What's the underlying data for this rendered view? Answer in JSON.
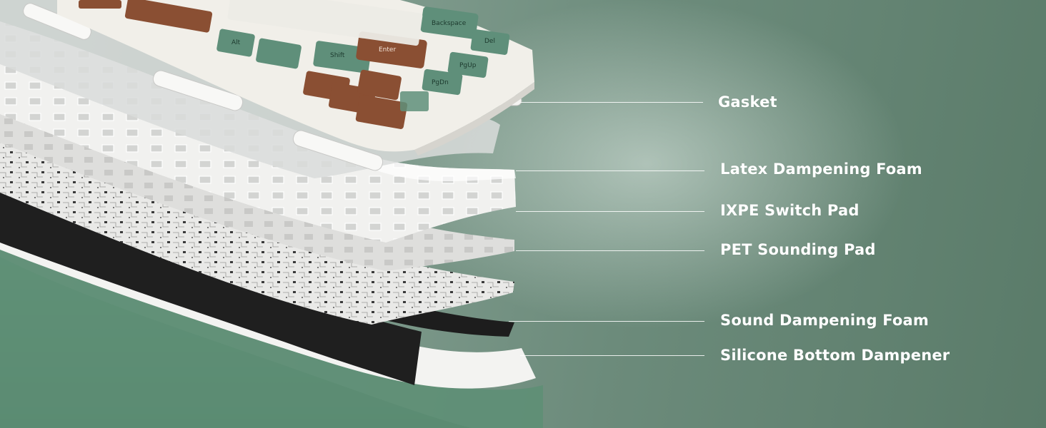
{
  "layers": [
    {
      "label": "Gasket"
    },
    {
      "label": "Latex Dampening Foam"
    },
    {
      "label": "IXPE Switch Pad"
    },
    {
      "label": "PET Sounding Pad"
    },
    {
      "label": "Sound Dampening Foam"
    },
    {
      "label": "Silicone Bottom Dampener"
    }
  ],
  "keycaps": {
    "alt": "Alt",
    "shift": "Shift",
    "enter": "Enter",
    "backspace": "Backspace",
    "del": "Del",
    "pgup": "PgUp",
    "pgdn": "PgDn"
  },
  "colors": {
    "background": "#6f8e7e",
    "keycap_brown": "#8a4f33",
    "keycap_green": "#5f8f7a",
    "keycap_white": "#ecebe6",
    "foam_black": "#1d1d1d",
    "case_green": "#5a8a72"
  }
}
